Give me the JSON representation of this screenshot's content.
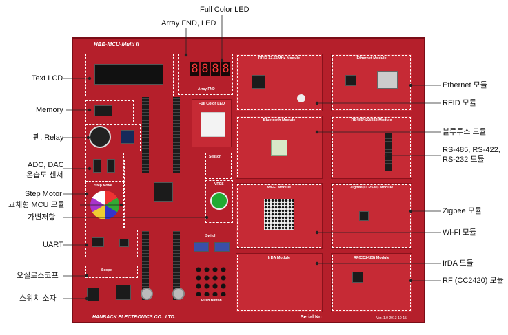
{
  "board": {
    "title": "HBE-MCU-Multi II",
    "maker": "HANBACK ELECTRONICS CO., LTD.",
    "serial": "Serial No :",
    "version": "Ver. 1.0 2013-10-15",
    "fnd_digits": "8.8.8.8.",
    "modules": {
      "rfid": "RFID 13.56MHz Module",
      "ethernet": "Ethernet Module",
      "bluetooth": "Bluetooth Module",
      "rs": "RS485/422/232 Module",
      "wifi": "Wi-Fi Module",
      "zigbee": "Zigbee(CC2530) Module",
      "irda": "IrDA Module",
      "rf": "RF(CC2420) Module"
    },
    "silk": {
      "full_color_led": "Full Color LED",
      "array_fnd": "Array FND",
      "step_motor": "Step Motor",
      "vres": "VRES",
      "switch": "Switch",
      "push_button": "Push Button",
      "scope": "Scope",
      "sensor": "Sensor"
    }
  },
  "callouts": {
    "full_color_led": "Full Color LED",
    "array_fnd_led": "Array FND, LED",
    "text_lcd": "Text LCD",
    "memory": "Memory",
    "fan_relay": "팬, Relay",
    "adc_dac": "ADC, DAC",
    "temp_humidity": "온습도 센서",
    "step_motor": "Step Motor",
    "mcu": "교체형 MCU 모듈",
    "vres": "가변저항",
    "uart": "UART",
    "oscilloscope": "오실로스코프",
    "switch": "스위치 소자",
    "ethernet": "Ethernet 모듈",
    "rfid": "RFID 모듈",
    "bluetooth": "블루투스 모듈",
    "rs_line1": "RS-485, RS-422,",
    "rs_line2": "RS-232 모듈",
    "zigbee": "Zigbee 모듈",
    "wifi": "Wi-Fi 모듈",
    "irda": "IrDA 모듈",
    "rf": "RF (CC2420) 모듈"
  },
  "colors": {
    "board": "#b51f2b",
    "module": "#c62a35",
    "dash": "#ffffff",
    "fnd": "#ff3a3a",
    "vres_knob": "#22aa33"
  }
}
